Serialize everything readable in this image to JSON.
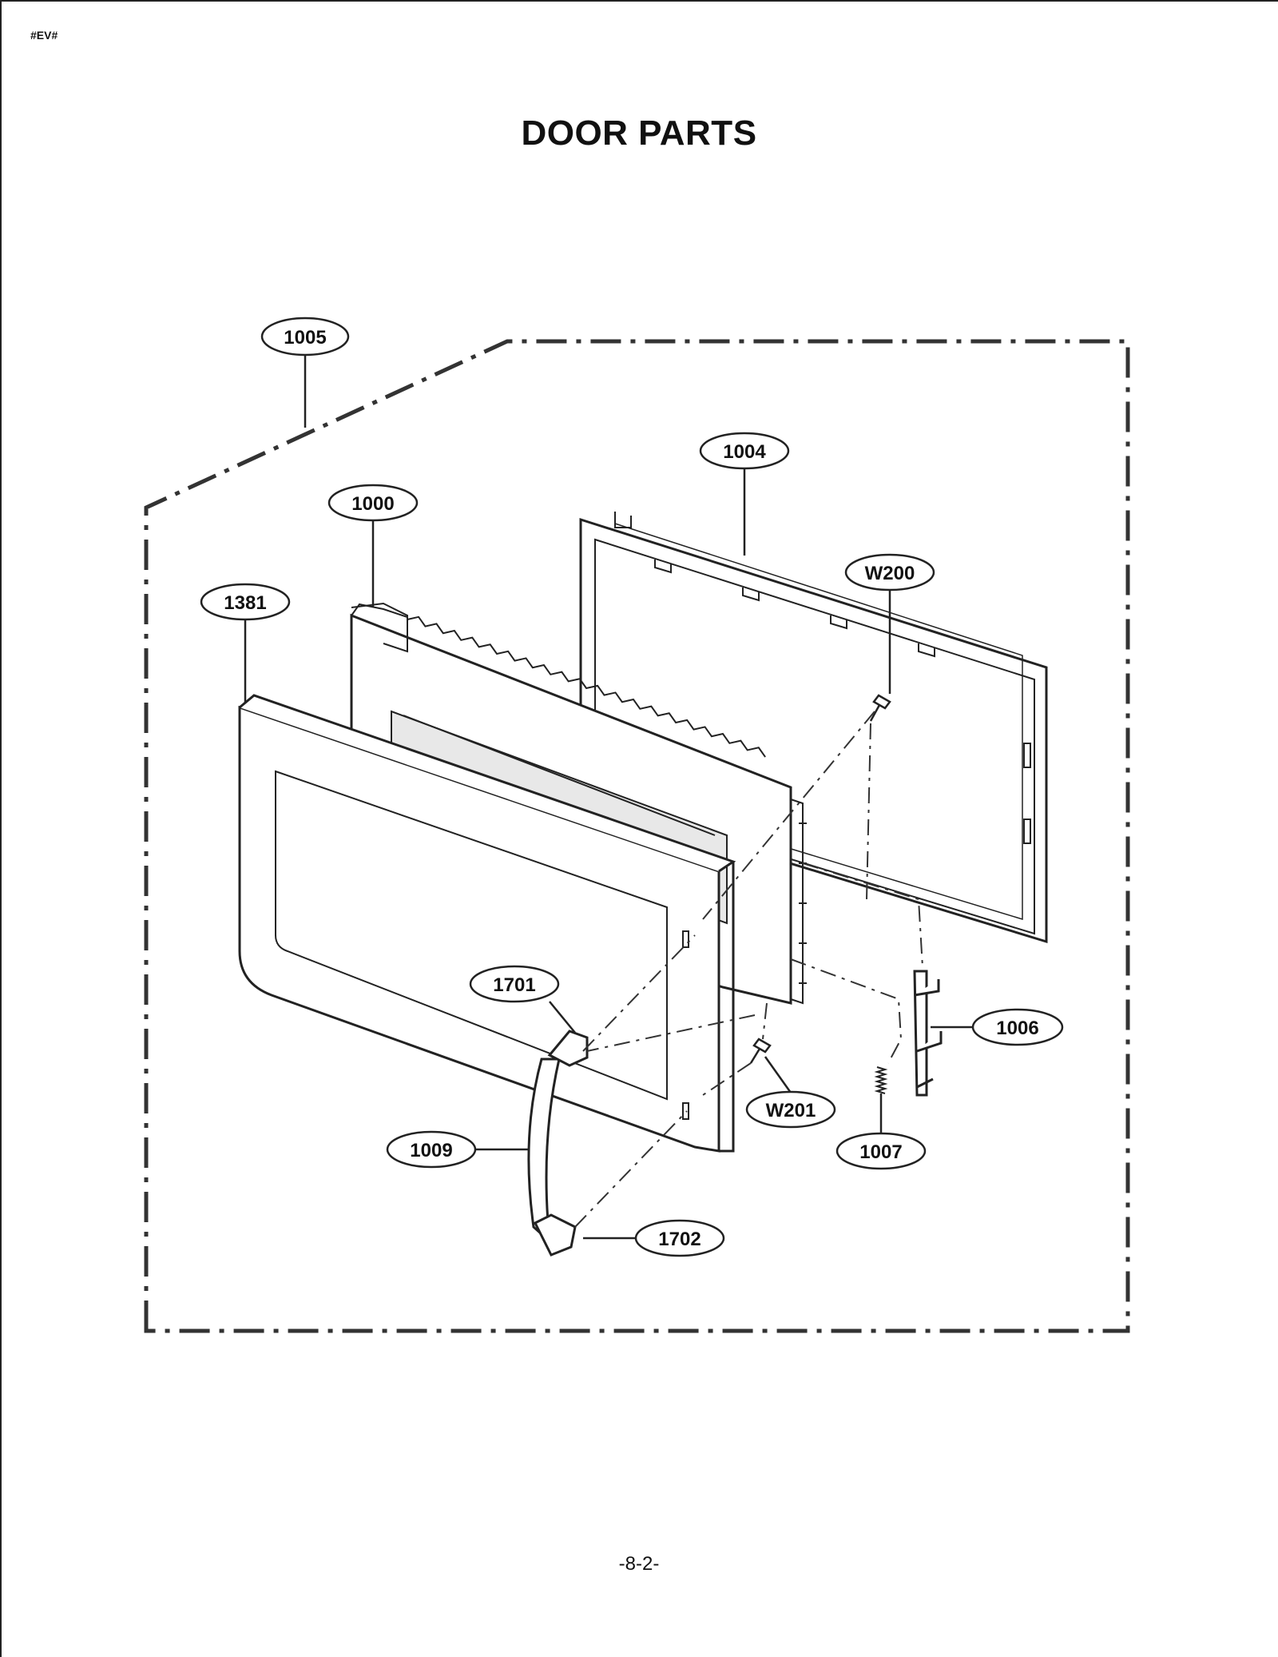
{
  "header": {
    "doc_code": "#EV#",
    "title": "DOOR PARTS"
  },
  "footer": {
    "page_number": "-8-2-"
  },
  "callouts": {
    "c1005": "1005",
    "c1004": "1004",
    "c1000": "1000",
    "cW200": "W200",
    "c1381": "1381",
    "c1701": "1701",
    "c1006": "1006",
    "cW201": "W201",
    "c1009": "1009",
    "c1007": "1007",
    "c1702": "1702"
  }
}
